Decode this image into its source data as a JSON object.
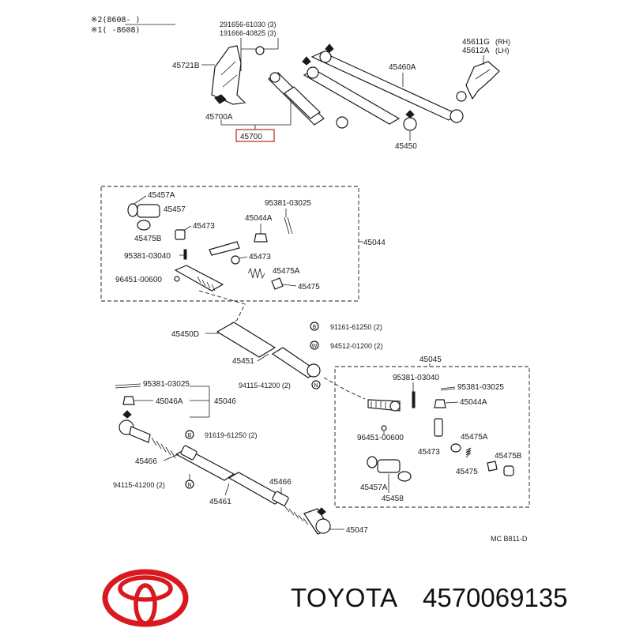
{
  "header_notes": [
    "※2(8608- )",
    "※1( -8608)"
  ],
  "bolt_refs": [
    "291656-61030 (3)",
    "191666-40825 (3)"
  ],
  "labels": {
    "l45721B": "45721B",
    "l45700A": "45700A",
    "l45700": "45700",
    "l45460A": "45460A",
    "l45611G": "45611G",
    "l45611G_side": "(RH)",
    "l45612A": "45612A",
    "l45612A_side": "(LH)",
    "l45450": "45450",
    "l45457A_a": "45457A",
    "l45457_a": "45457",
    "l45475B_a": "45475B",
    "l45473_a1": "45473",
    "l95381_03040_a": "95381-03040",
    "l45473_a2": "45473",
    "l96451_a": "96451-00600",
    "l95381_03025_a": "95381-03025",
    "l45044A_a": "45044A",
    "l45044": "45044",
    "l45475A_a": "45475A",
    "l45475_a": "45475",
    "l45450D": "45450D",
    "l91161": "91161-61250 (2)",
    "l94512": "94512-01200 (2)",
    "l45451": "45451",
    "l94115_a": "94115-41200 (2)",
    "l45045": "45045",
    "l95381_03040_b": "95381-03040",
    "l95381_03025_b": "95381-03025",
    "l45044A_b": "45044A",
    "l96451_b": "96451-00600",
    "l45475A_b": "45475A",
    "l45473_b": "45473",
    "l45475B_b": "45475B",
    "l45475_b": "45475",
    "l45457A_b": "45457A",
    "l45458": "45458",
    "l95381_03025_c": "95381-03025",
    "l45046A": "45046A",
    "l45046": "45046",
    "l91619": "91619-61250 (2)",
    "l45466_a": "45466",
    "l94115_b": "94115-41200 (2)",
    "l45461": "45461",
    "l45466_b": "45466",
    "l45047": "45047",
    "diagram_code": "MC  B811-D"
  },
  "symbols": {
    "n": "N",
    "b": "B",
    "w": "W"
  },
  "brand": {
    "name": "TOYOTA",
    "part_number": "4570069135",
    "logo_color": "#d9181f"
  }
}
